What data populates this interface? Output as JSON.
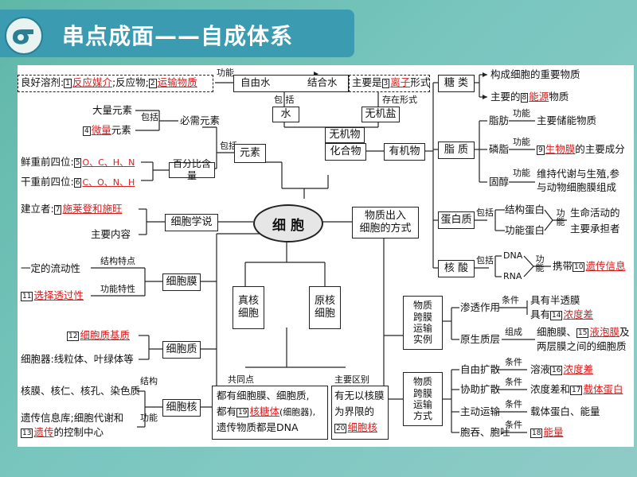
{
  "header": {
    "title": "串点成面——自成体系"
  },
  "center": "细 胞",
  "water": {
    "solvent": "良好溶剂:",
    "n1": "1",
    "fn1": "反应媒介",
    "sep": ";反应物;",
    "n2": "2",
    "fn2": "运输物质",
    "func_label": "功能",
    "free": "自由水",
    "bound": "结合水",
    "form_pre": "主要是",
    "n3": "3",
    "ion": "离子",
    "form_post": "形式",
    "water": "水",
    "salt": "无机盐",
    "includes": "包 括",
    "exists": "存在形式",
    "inorganic": "无机物"
  },
  "elements": {
    "macro": "大量元素",
    "n4": "4",
    "micro": "微量",
    "micro_suffix": "元素",
    "essential": "必需元素",
    "includes": "包括",
    "percent": "百分比含量",
    "element": "元素",
    "fresh": "鲜重前四位:",
    "n5": "5",
    "fresh_val": "O、C、H、N",
    "dry": "干重前四位:",
    "n6": "6",
    "dry_val": "C、O、N、H",
    "includes2": "包括"
  },
  "compound": {
    "compound": "化合物",
    "organic": "有机物"
  },
  "sugar": {
    "name": "糖 类",
    "f1": "构成细胞的重要物质",
    "f2_pre": "主要的",
    "n8": "8",
    "f2_red": "能源",
    "f2_post": "物质"
  },
  "lipid": {
    "name": "脂 质",
    "fat": "脂肪",
    "fat_fn": "主要储能物质",
    "func": "功能",
    "phos": "磷脂",
    "n9": "9",
    "phos_red": "生物膜",
    "phos_fn": "的主要成分",
    "sterol": "固醇",
    "sterol_fn1": "维持代谢与生殖,参",
    "sterol_fn2": "与动物细胞膜组成"
  },
  "protein": {
    "name": "蛋白质",
    "includes": "包括",
    "p1": "结构蛋白",
    "p2": "功能蛋白",
    "func": "功能",
    "f1": "生命活动的",
    "f2": "主要承担者"
  },
  "nucleic": {
    "name": "核 酸",
    "includes": "包括",
    "dna": "DNA",
    "rna": "RNA",
    "func": "功能",
    "carry": "携带",
    "n10": "10",
    "red": "遗传信息"
  },
  "theory": {
    "founder": "建立者:",
    "n7": "7",
    "names": "施莱登和施旺",
    "content": "主要内容",
    "name": "细胞学说"
  },
  "membrane": {
    "name": "细胞膜",
    "struct": "结构特点",
    "fluid": "一定的流动性",
    "func": "功能特性",
    "n11": "11",
    "select": "选择透过性"
  },
  "cytoplasm": {
    "name": "细胞质",
    "n12": "12",
    "matrix": "细胞质基质",
    "organelles": "细胞器:线粒体、叶绿体等"
  },
  "nucleus": {
    "name": "细胞核",
    "struct_label": "结构",
    "struct": "核膜、核仁、核孔、染色质",
    "func_label": "功能",
    "info": "遗传信息库;细胞代谢和",
    "n13": "13",
    "red": "遗传",
    "post": "的控制中心"
  },
  "types": {
    "euk": "真核\n细胞",
    "pro": "原核\n细胞",
    "common": "共同点",
    "diff": "主要区别",
    "c1": "都有细胞膜、细胞质,",
    "c2_pre": "都有",
    "n19": "19",
    "c2_red": "核糖体",
    "c2_post": "(细胞器),",
    "c3": "遗传物质都是DNA",
    "d1": "有无以核膜",
    "d2": "为界限的",
    "n20": "20",
    "d3": "细胞核"
  },
  "transport": {
    "title": "物质出入\n细胞的方式",
    "cross_example": "物质\n跨膜\n运输\n实例",
    "osmosis": "渗透作用",
    "cond": "条件",
    "semi": "具有半透膜",
    "has": "具有",
    "n14": "14",
    "conc": "浓度差",
    "plasmo": "原生质层",
    "compose": "组成",
    "pl1_pre": "细胞膜、",
    "n15": "15",
    "pl1_red": "液泡膜",
    "pl1_post": "及",
    "pl2": "两层膜之间的细胞质",
    "cross": "物质\n跨膜\n运输\n方式",
    "free": "自由扩散",
    "free_pre": "溶液",
    "n16": "16",
    "free_red": "浓度差",
    "assist": "协助扩散",
    "assist_pre": "浓度差和",
    "n17": "17",
    "assist_red": "载体蛋白",
    "active": "主动运输",
    "active_cond": "载体蛋白、能量",
    "endo": "胞吞、胞吐",
    "n18": "18",
    "endo_red": "能量"
  }
}
